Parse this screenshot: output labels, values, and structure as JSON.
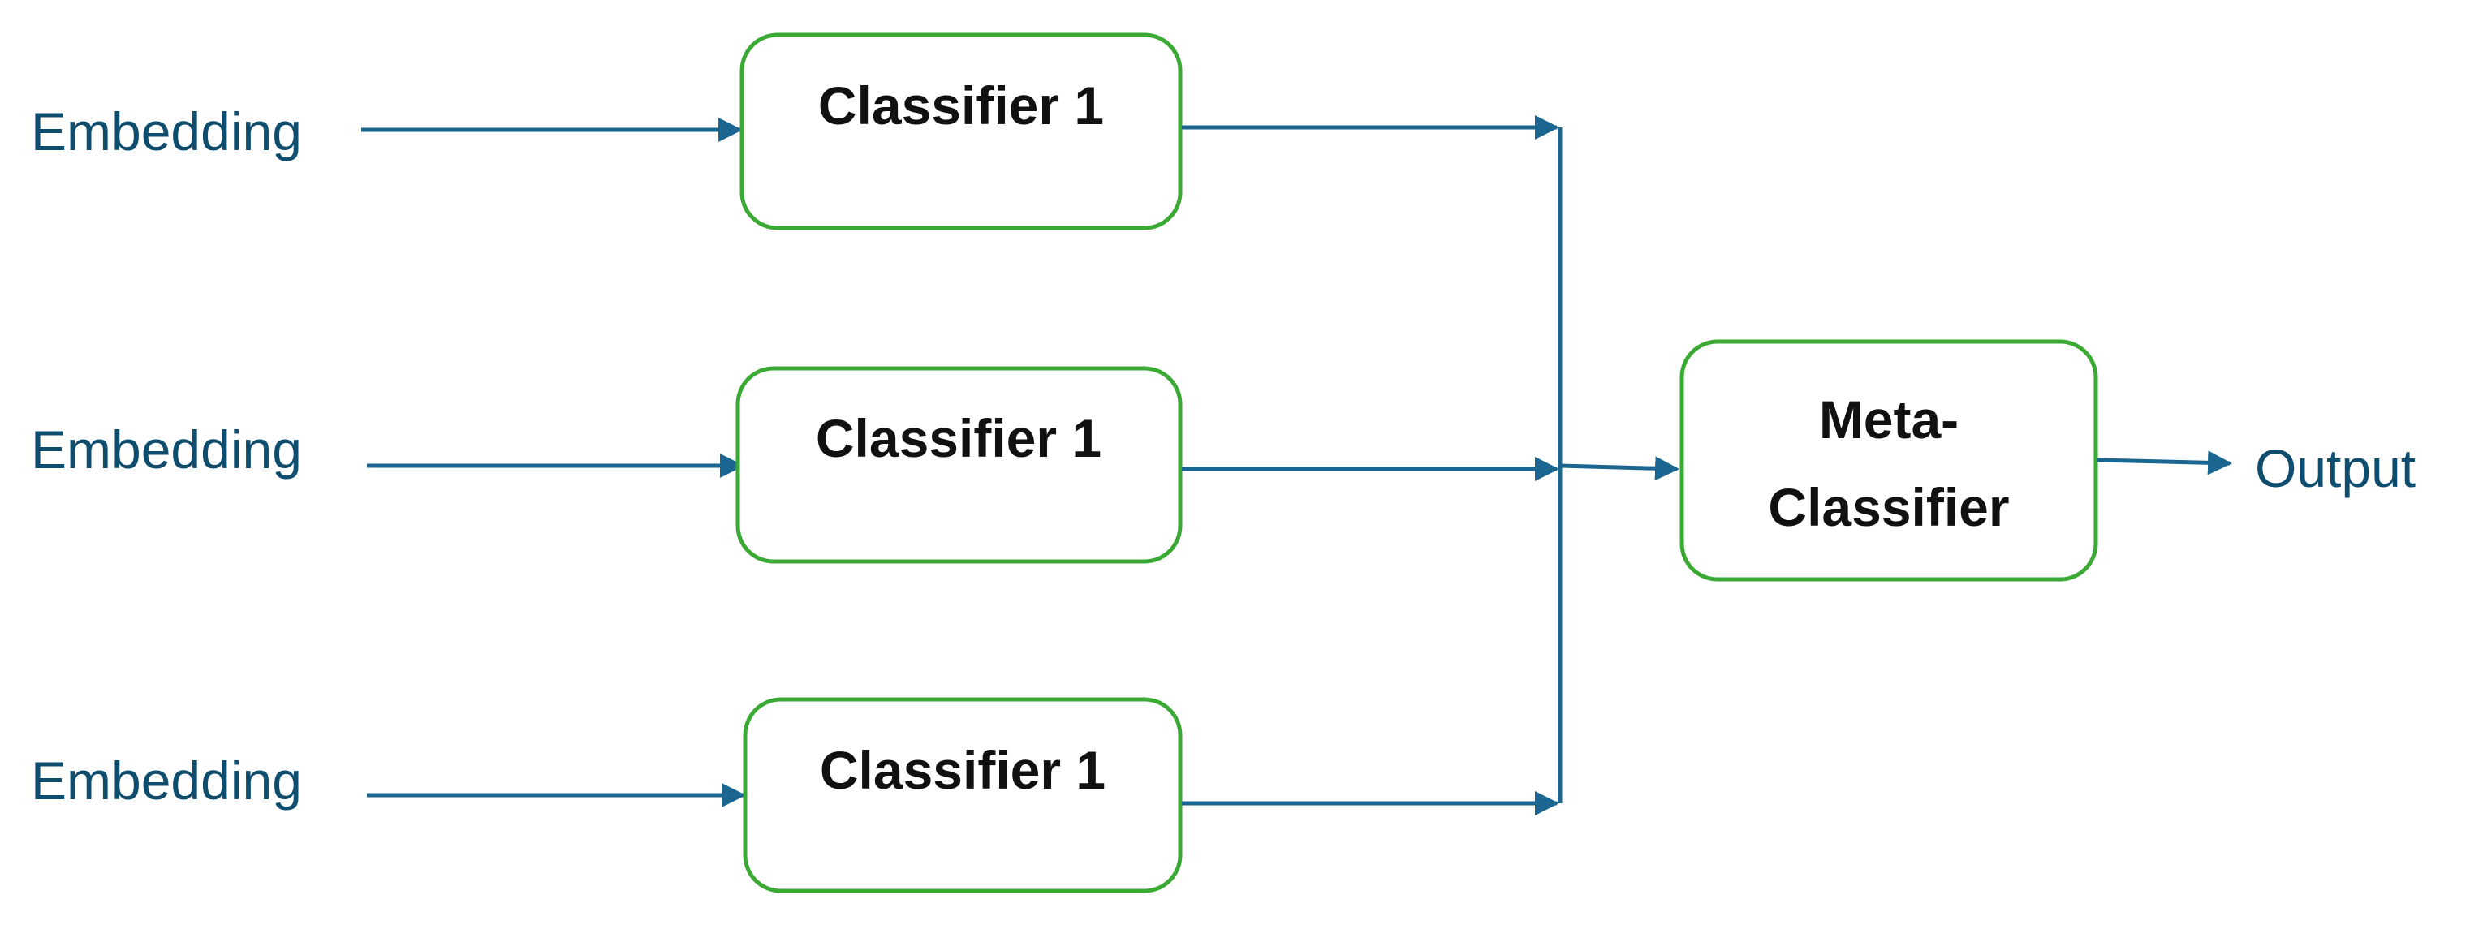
{
  "colors": {
    "box_border": "#3aaa35",
    "arrow": "#1a6690",
    "input_text": "#0f4d6e",
    "box_text": "#111111"
  },
  "inputs": [
    {
      "label": "Embedding"
    },
    {
      "label": "Embedding"
    },
    {
      "label": "Embedding"
    }
  ],
  "classifiers": [
    {
      "label": "Classifier 1"
    },
    {
      "label": "Classifier 1"
    },
    {
      "label": "Classifier 1"
    }
  ],
  "meta_classifier": {
    "line1": "Meta-",
    "line2": "Classifier"
  },
  "output": {
    "label": "Output"
  }
}
